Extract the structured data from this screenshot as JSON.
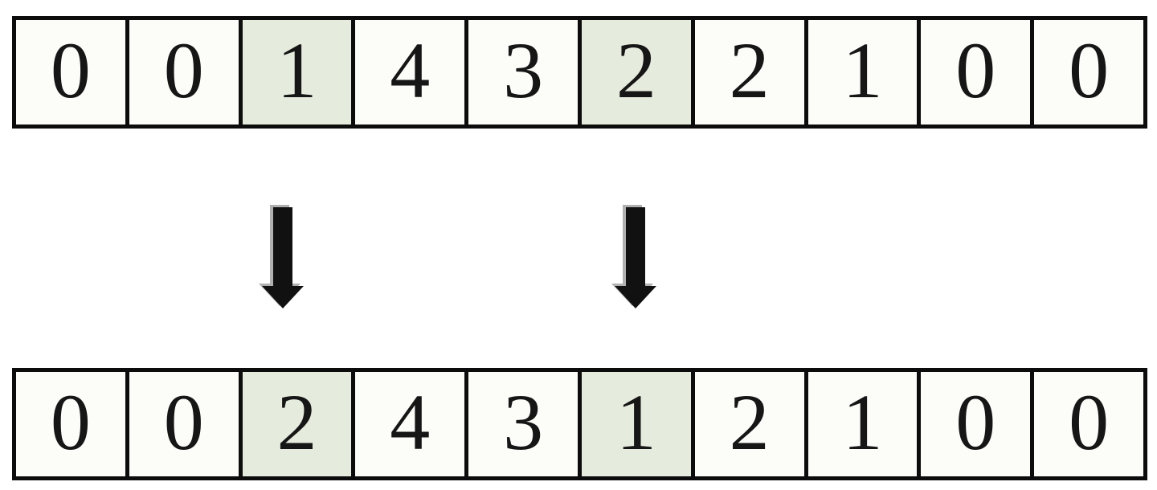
{
  "colors": {
    "highlight_green": "#e6ecdd",
    "cell_white": "#fcfcf9",
    "border_black": "#0c0c0c",
    "arrow_black": "#111111"
  },
  "rows": {
    "top": {
      "cells": [
        {
          "value": "0"
        },
        {
          "value": "0"
        },
        {
          "value": "1"
        },
        {
          "value": "4"
        },
        {
          "value": "3"
        },
        {
          "value": "2"
        },
        {
          "value": "2"
        },
        {
          "value": "1"
        },
        {
          "value": "0"
        },
        {
          "value": "0"
        }
      ],
      "highlighted_indexes": [
        2,
        5
      ]
    },
    "bottom": {
      "cells": [
        {
          "value": "0"
        },
        {
          "value": "0"
        },
        {
          "value": "2"
        },
        {
          "value": "4"
        },
        {
          "value": "3"
        },
        {
          "value": "1"
        },
        {
          "value": "2"
        },
        {
          "value": "1"
        },
        {
          "value": "0"
        },
        {
          "value": "0"
        }
      ],
      "highlighted_indexes": [
        2,
        5
      ]
    }
  },
  "arrows": [
    {
      "direction": "down"
    },
    {
      "direction": "down"
    }
  ]
}
